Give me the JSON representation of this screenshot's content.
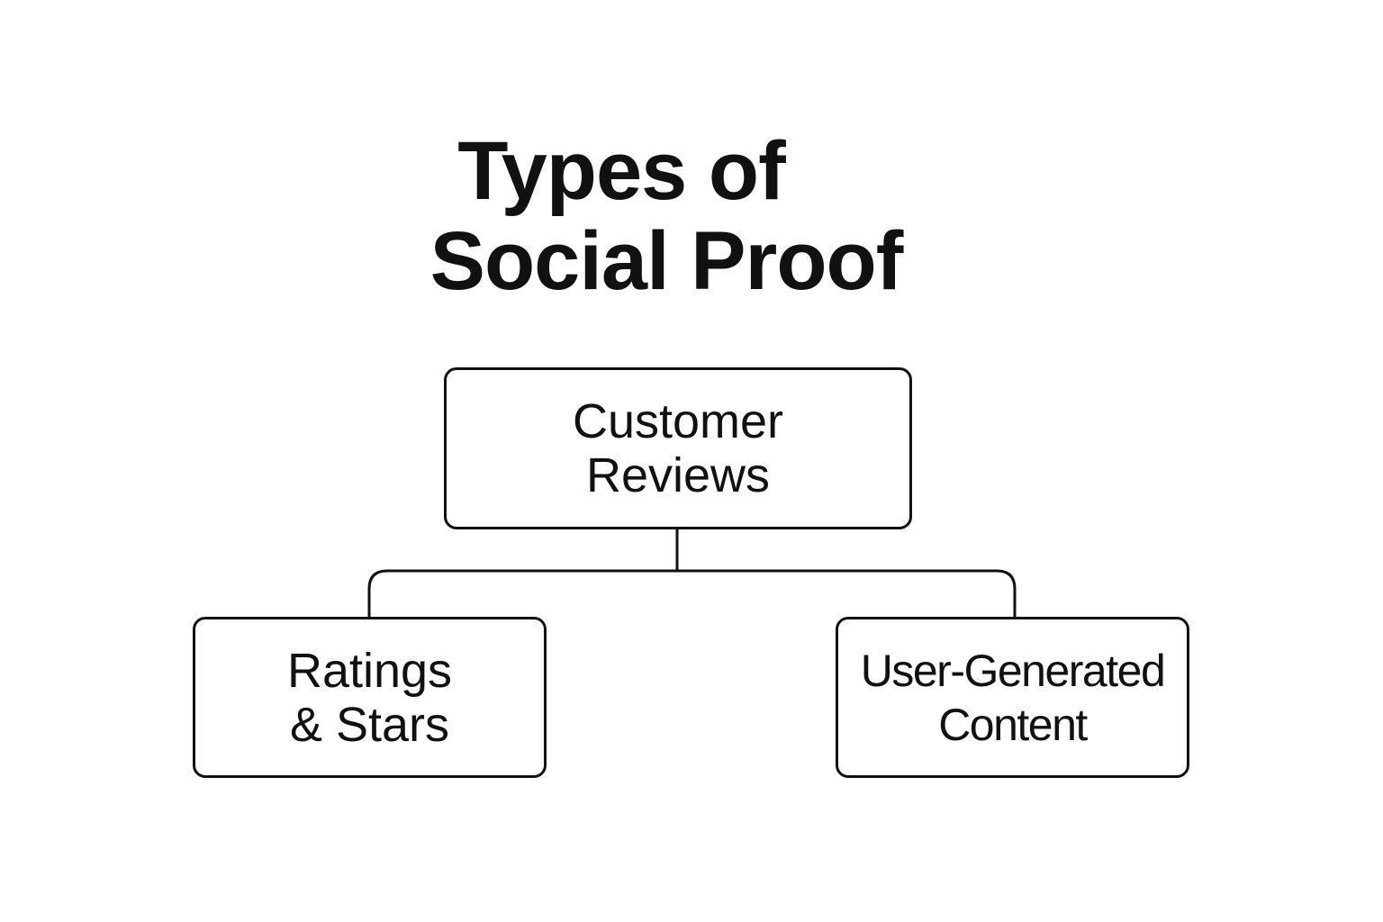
{
  "title": {
    "line1": "Types of",
    "line2": "Social Proof"
  },
  "nodes": {
    "root": {
      "line1": "Customer",
      "line2": "Reviews"
    },
    "left": {
      "line1": "Ratings",
      "line2": "& Stars"
    },
    "right": {
      "line1": "User-Generated",
      "line2": "Content"
    }
  },
  "colors": {
    "stroke": "#111111",
    "background": "#ffffff",
    "text": "#111111"
  }
}
